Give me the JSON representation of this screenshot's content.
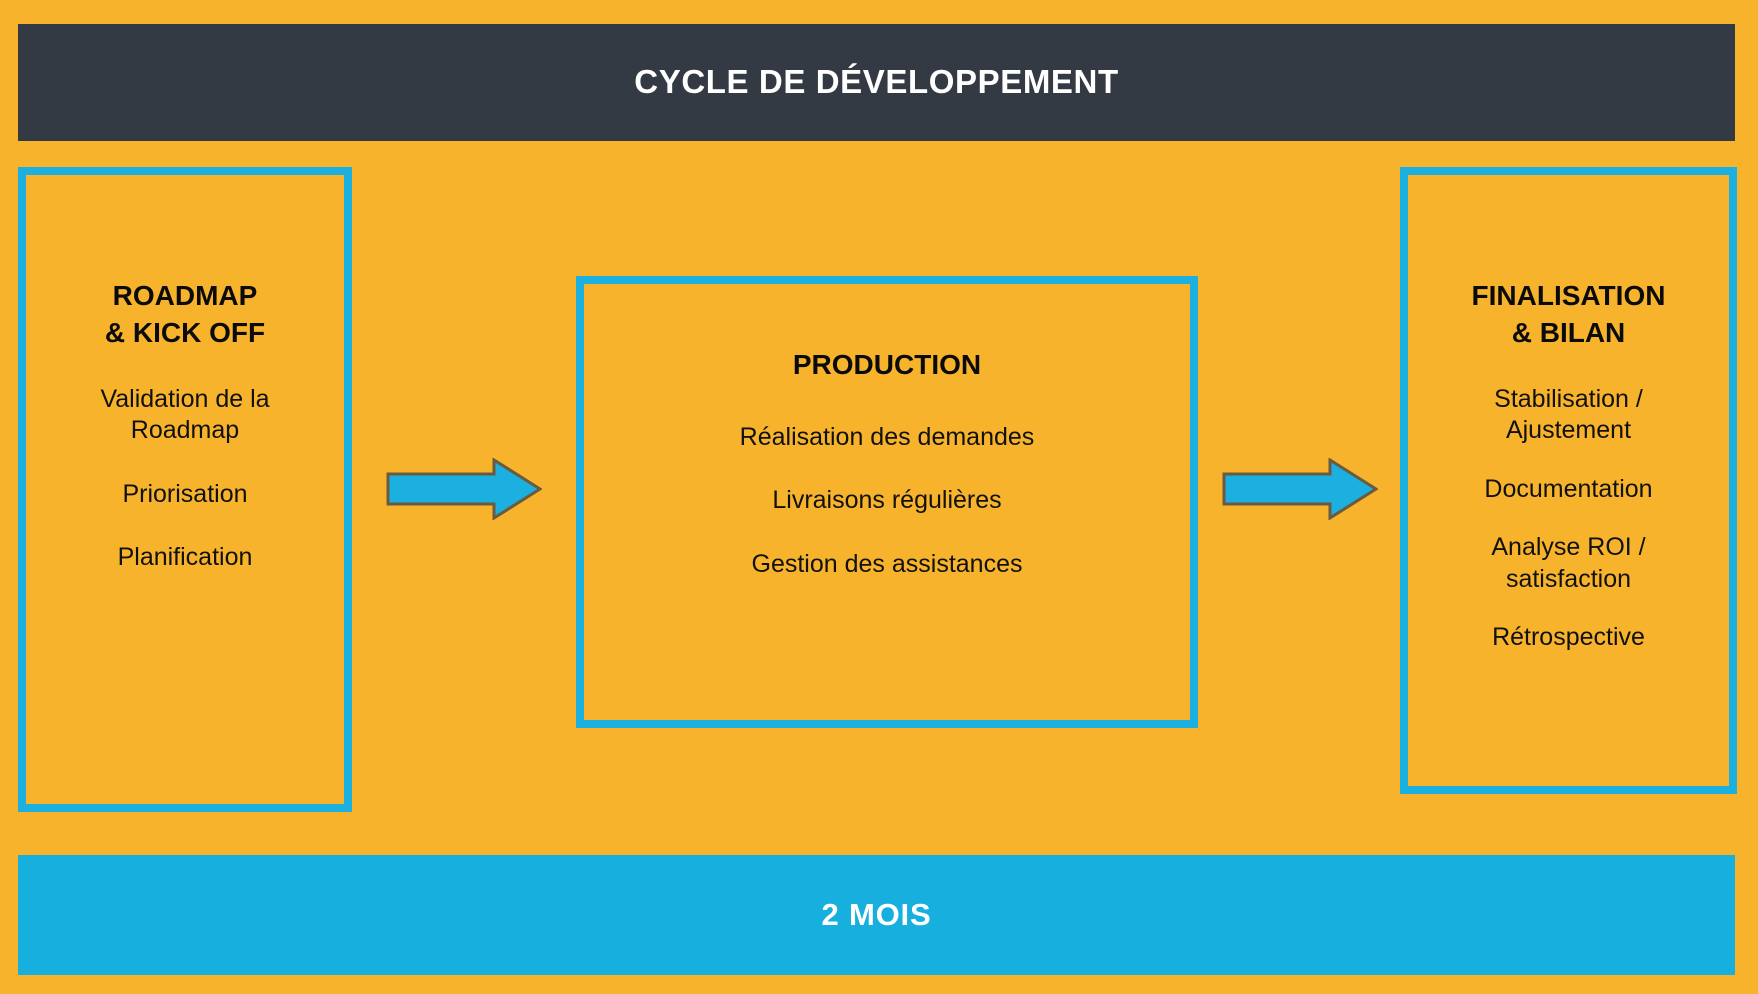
{
  "header": {
    "title": "CYCLE DE DÉVELOPPEMENT"
  },
  "footer": {
    "duration_label": "2 MOIS"
  },
  "phases": [
    {
      "id": "roadmap",
      "heading": "ROADMAP\n& KICK OFF",
      "items": [
        "Validation de la\nRoadmap",
        "Priorisation",
        "Planification"
      ]
    },
    {
      "id": "production",
      "heading": "PRODUCTION",
      "items": [
        "Réalisation des demandes",
        "Livraisons régulières",
        "Gestion des assistances"
      ]
    },
    {
      "id": "finalisation",
      "heading": "FINALISATION\n& BILAN",
      "items": [
        "Stabilisation /\nAjustement",
        "Documentation",
        "Analyse ROI /\nsatisfaction",
        "Rétrospective"
      ]
    }
  ],
  "connectors": [
    {
      "id": "arrow-roadmap-to-production",
      "icon": "right-arrow-icon"
    },
    {
      "id": "arrow-production-to-finalisation",
      "icon": "right-arrow-icon"
    }
  ],
  "colors": {
    "background": "#F7B32B",
    "header_bar": "#343A43",
    "accent_cyan": "#1BB0DF",
    "footer_bar": "#17B0DE",
    "arrow_fill": "#1BB0DF",
    "arrow_stroke": "#6B5A3E",
    "text_dark": "#111111",
    "text_light": "#FFFFFF"
  }
}
